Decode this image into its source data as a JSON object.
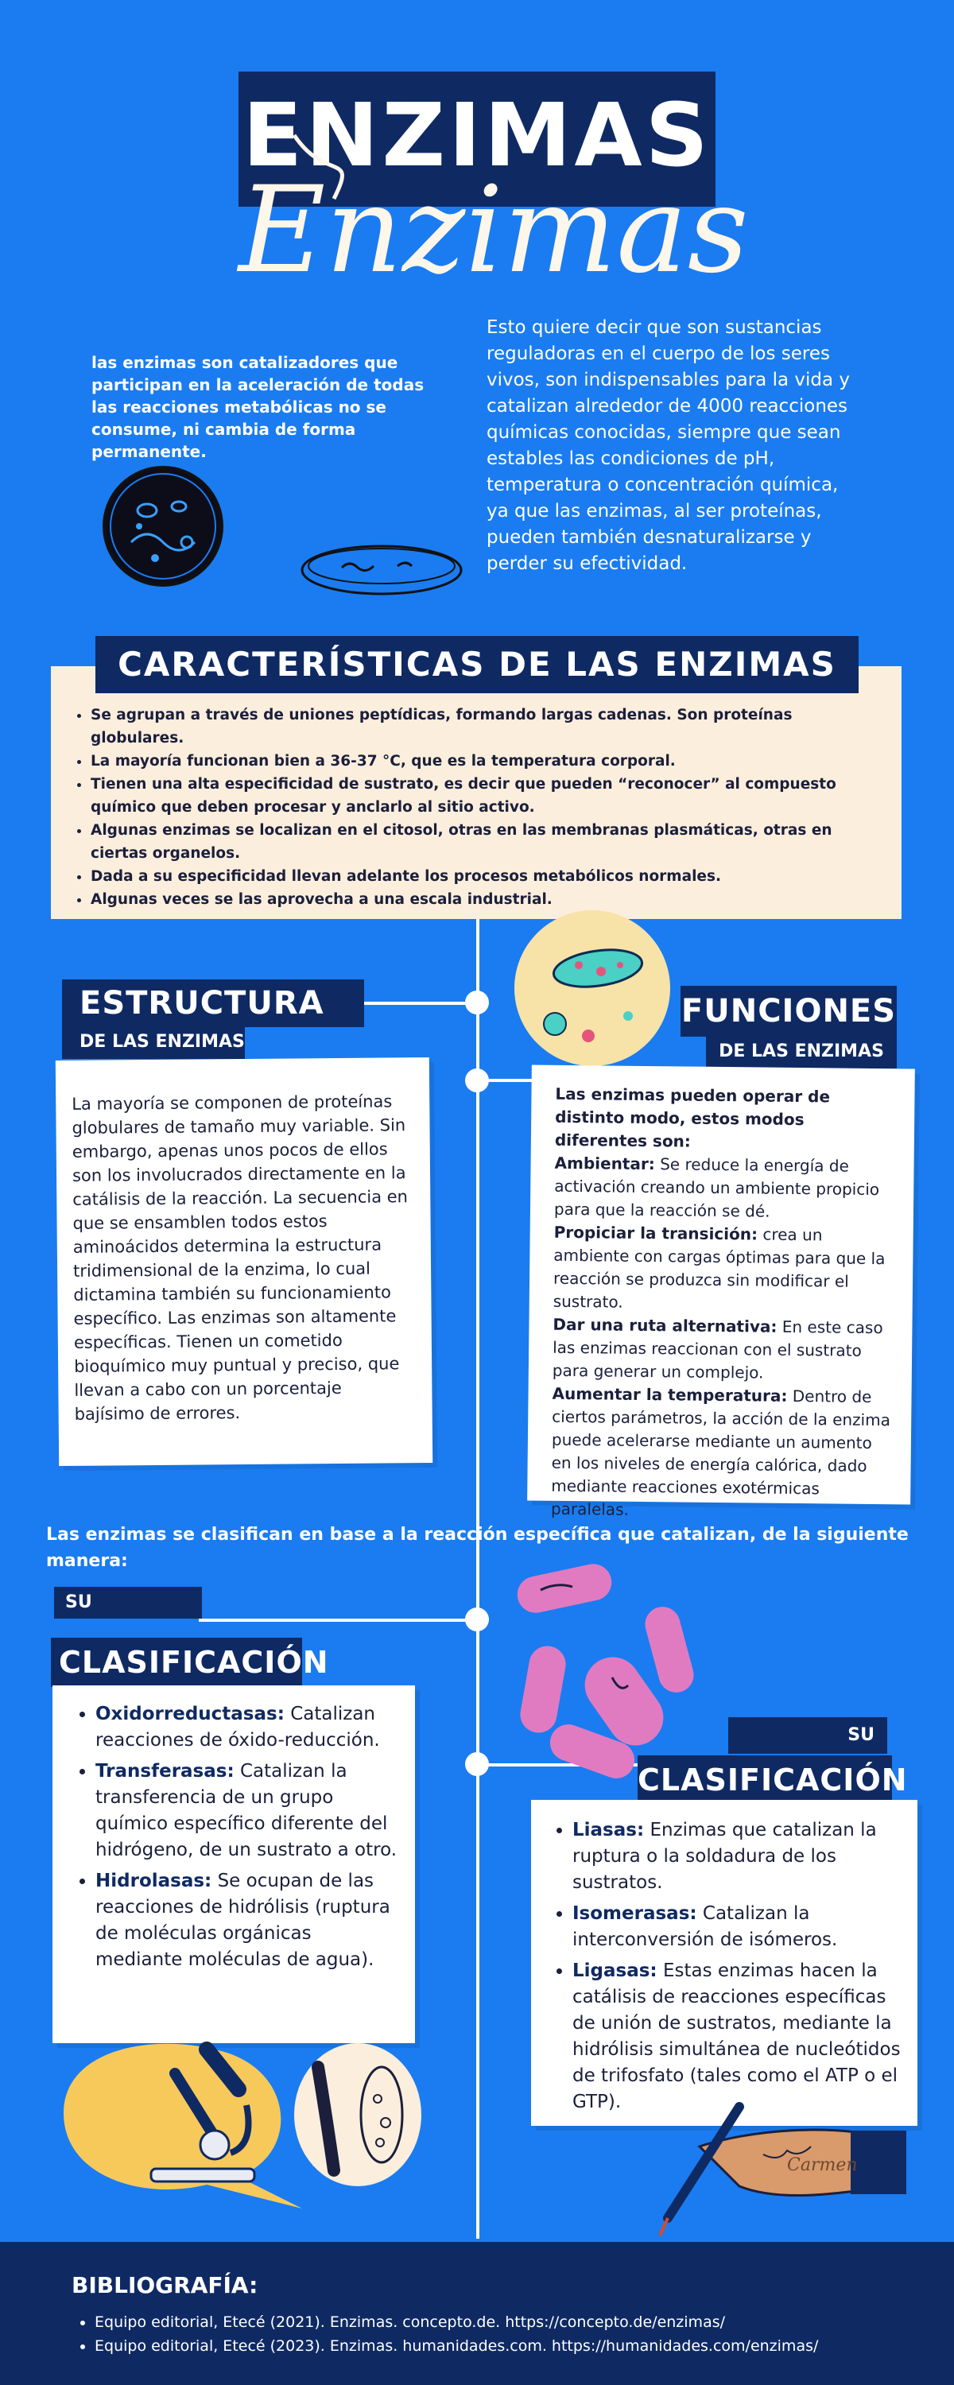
{
  "title": {
    "main": "ENZIMAS",
    "script": "Enzimas"
  },
  "intro": {
    "left": "las enzimas son catalizadores que participan en la aceleración de todas las reacciones metabólicas no se consume, ni cambia de forma permanente.",
    "right": "Esto quiere decir que son sustancias reguladoras en el cuerpo de los seres vivos, son indispensables para la vida y catalizan alrededor de 4000 reacciones químicas conocidas, siempre que sean estables las condiciones de pH, temperatura o concentración química, ya que las enzimas, al ser proteínas, pueden también desnaturalizarse y perder su efectividad."
  },
  "caracteristicas": {
    "title": "CARACTERÍSTICAS DE LAS ENZIMAS",
    "items": [
      "Se agrupan a través de uniones peptídicas, formando largas cadenas. Son proteínas globulares.",
      "La mayoría funcionan bien a 36-37 °C, que es la temperatura corporal.",
      "Tienen una alta especificidad de sustrato, es decir que pueden “reconocer” al compuesto químico que deben procesar y anclarlo al sitio activo.",
      "Algunas enzimas se localizan en el citosol, otras en las membranas plasmáticas, otras en ciertas organelos.",
      "Dada a su especificidad llevan adelante los procesos metabólicos normales.",
      "Algunas veces se las aprovecha a una escala industrial."
    ]
  },
  "estructura": {
    "title": "ESTRUCTURA",
    "subtitle": "DE LAS ENZIMAS",
    "text": "La mayoría se componen de proteínas globulares de tamaño muy variable. Sin embargo, apenas unos pocos de ellos son los involucrados directamente en la catálisis de la reacción. La secuencia en que se ensamblen todos estos aminoácidos determina la estructura tridimensional de la enzima, lo cual dictamina también su funcionamiento específico. Las enzimas son altamente específicas. Tienen un cometido bioquímico muy puntual y preciso, que llevan a cabo con un porcentaje bajísimo de errores."
  },
  "funciones": {
    "title": "FUNCIONES",
    "subtitle": "DE LAS ENZIMAS",
    "intro": "Las enzimas pueden operar de distinto modo, estos modos diferentes son:",
    "items": [
      {
        "term": "Ambientar:",
        "desc": "Se reduce la energía de activación creando un ambiente propicio para que la reacción se dé."
      },
      {
        "term": "Propiciar la transición:",
        "desc": "crea un ambiente con cargas óptimas para que la reacción se produzca sin modificar el sustrato."
      },
      {
        "term": "Dar una ruta alternativa:",
        "desc": "En este caso las enzimas reaccionan con el sustrato para generar un complejo."
      },
      {
        "term": "Aumentar la temperatura:",
        "desc": "Dentro de ciertos parámetros, la acción de la enzima puede acelerarse mediante un aumento en los niveles de energía calórica, dado mediante reacciones exotérmicas paralelas."
      }
    ]
  },
  "clasificacion_intro": "Las enzimas se clasifican en base a la reacción específica que catalizan, de la siguiente manera:",
  "clasificacion_left": {
    "su": "SU",
    "title": "CLASIFICACIÓN",
    "items": [
      {
        "term": "Oxidorreductasas:",
        "desc": "Catalizan reacciones de óxido-reducción."
      },
      {
        "term": "Transferasas:",
        "desc": "Catalizan la transferencia de un grupo químico específico diferente del hidrógeno, de un sustrato a otro."
      },
      {
        "term": "Hidrolasas:",
        "desc": "Se ocupan de las reacciones de hidrólisis (ruptura de moléculas orgánicas mediante moléculas de agua)."
      }
    ]
  },
  "clasificacion_right": {
    "su": "SU",
    "title": "CLASIFICACIÓN",
    "items": [
      {
        "term": "Liasas:",
        "desc": "Enzimas que catalizan la ruptura o la soldadura de los sustratos."
      },
      {
        "term": "Isomerasas:",
        "desc": "Catalizan la interconversión de isómeros."
      },
      {
        "term": "Ligasas:",
        "desc": "Estas enzimas hacen la catálisis de reacciones específicas de unión de sustratos, mediante la hidrólisis simultánea de nucleótidos de trifosfato (tales como el ATP o el GTP)."
      }
    ]
  },
  "bibliografia": {
    "title": "BIBLIOGRAFÍA:",
    "items": [
      "Equipo editorial, Etecé (2021). Enzimas. concepto.de. https://concepto.de/enzimas/",
      "Equipo editorial, Etecé (2023). Enzimas. humanidades.com. https://humanidades.com/enzimas/"
    ]
  },
  "signature": "Carmen",
  "colors": {
    "background": "#1a7cf0",
    "navy": "#0f2a63",
    "cream": "#fbeedd",
    "term_blue": "#1a4fd0"
  }
}
